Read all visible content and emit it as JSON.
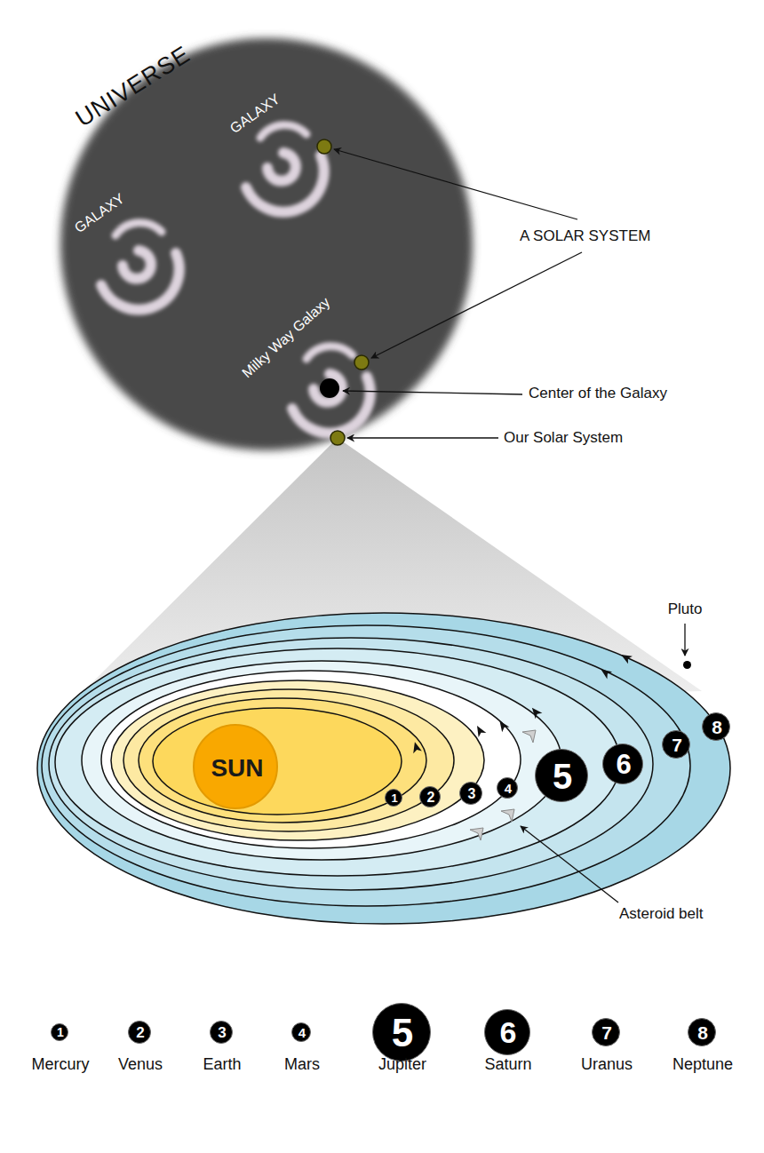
{
  "diagram": {
    "nodes": [
      {
        "text": [
          "UNIVERSE"
        ]
      },
      {
        "text": [
          "GALAXY"
        ],
        "in": 0
      },
      {
        "text": [
          "GALAXY"
        ],
        "in": 0
      },
      {
        "text": [
          "Milky Way Galaxy"
        ],
        "in": 0
      },
      {
        "text": [
          "SUN"
        ]
      },
      {
        "text": [
          "1"
        ]
      },
      {
        "text": [
          "2"
        ]
      },
      {
        "text": [
          "3"
        ]
      },
      {
        "text": [
          "4"
        ]
      },
      {
        "text": [
          "5"
        ]
      },
      {
        "text": [
          "6"
        ]
      },
      {
        "text": [
          "7"
        ]
      },
      {
        "text": [
          "8"
        ]
      },
      {
        "text": [
          "Pluto"
        ]
      },
      {
        "text": [
          "1",
          "Mercury"
        ]
      },
      {
        "text": [
          "2",
          "Venus"
        ]
      },
      {
        "text": [
          "3",
          "Earth"
        ]
      },
      {
        "text": [
          "4",
          "Mars"
        ]
      },
      {
        "text": [
          "5",
          "Jupiter"
        ]
      },
      {
        "text": [
          "6",
          "Saturn"
        ]
      },
      {
        "text": [
          "7",
          "Uranus"
        ]
      },
      {
        "text": [
          "8",
          "Neptune"
        ]
      }
    ],
    "labels": [
      "A SOLAR SYSTEM",
      "Center of the Galaxy",
      "Our Solar System",
      "Asteroid belt"
    ]
  }
}
